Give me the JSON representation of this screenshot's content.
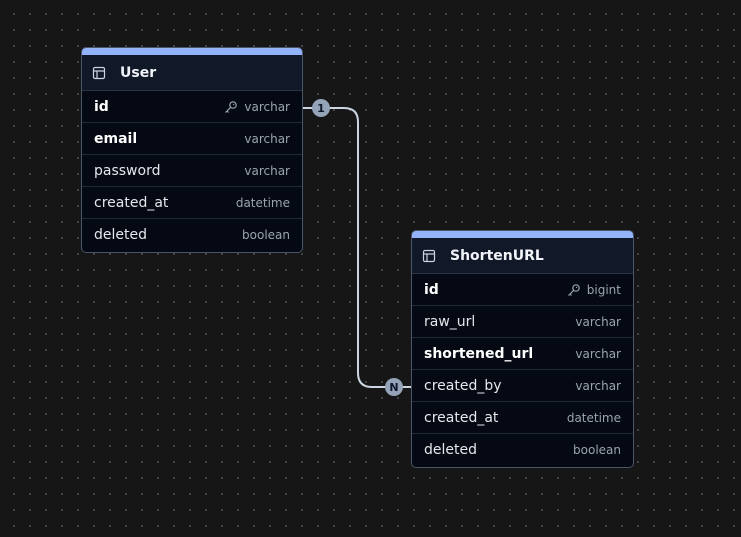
{
  "tables": [
    {
      "title": "User",
      "fields": [
        {
          "name": "id",
          "type": "varchar",
          "primary_key": true,
          "bold": true
        },
        {
          "name": "email",
          "type": "varchar",
          "primary_key": false,
          "bold": true
        },
        {
          "name": "password",
          "type": "varchar",
          "primary_key": false,
          "bold": false
        },
        {
          "name": "created_at",
          "type": "datetime",
          "primary_key": false,
          "bold": false
        },
        {
          "name": "deleted",
          "type": "boolean",
          "primary_key": false,
          "bold": false
        }
      ]
    },
    {
      "title": "ShortenURL",
      "fields": [
        {
          "name": "id",
          "type": "bigint",
          "primary_key": true,
          "bold": true
        },
        {
          "name": "raw_url",
          "type": "varchar",
          "primary_key": false,
          "bold": false
        },
        {
          "name": "shortened_url",
          "type": "varchar",
          "primary_key": false,
          "bold": true
        },
        {
          "name": "created_by",
          "type": "varchar",
          "primary_key": false,
          "bold": false
        },
        {
          "name": "created_at",
          "type": "datetime",
          "primary_key": false,
          "bold": false
        },
        {
          "name": "deleted",
          "type": "boolean",
          "primary_key": false,
          "bold": false
        }
      ]
    }
  ],
  "relationship": {
    "from_label": "1",
    "to_label": "N"
  },
  "colors": {
    "accent": "#93b4fa",
    "background": "#161616",
    "card": "#040914",
    "connector": "#cbd5e1"
  }
}
